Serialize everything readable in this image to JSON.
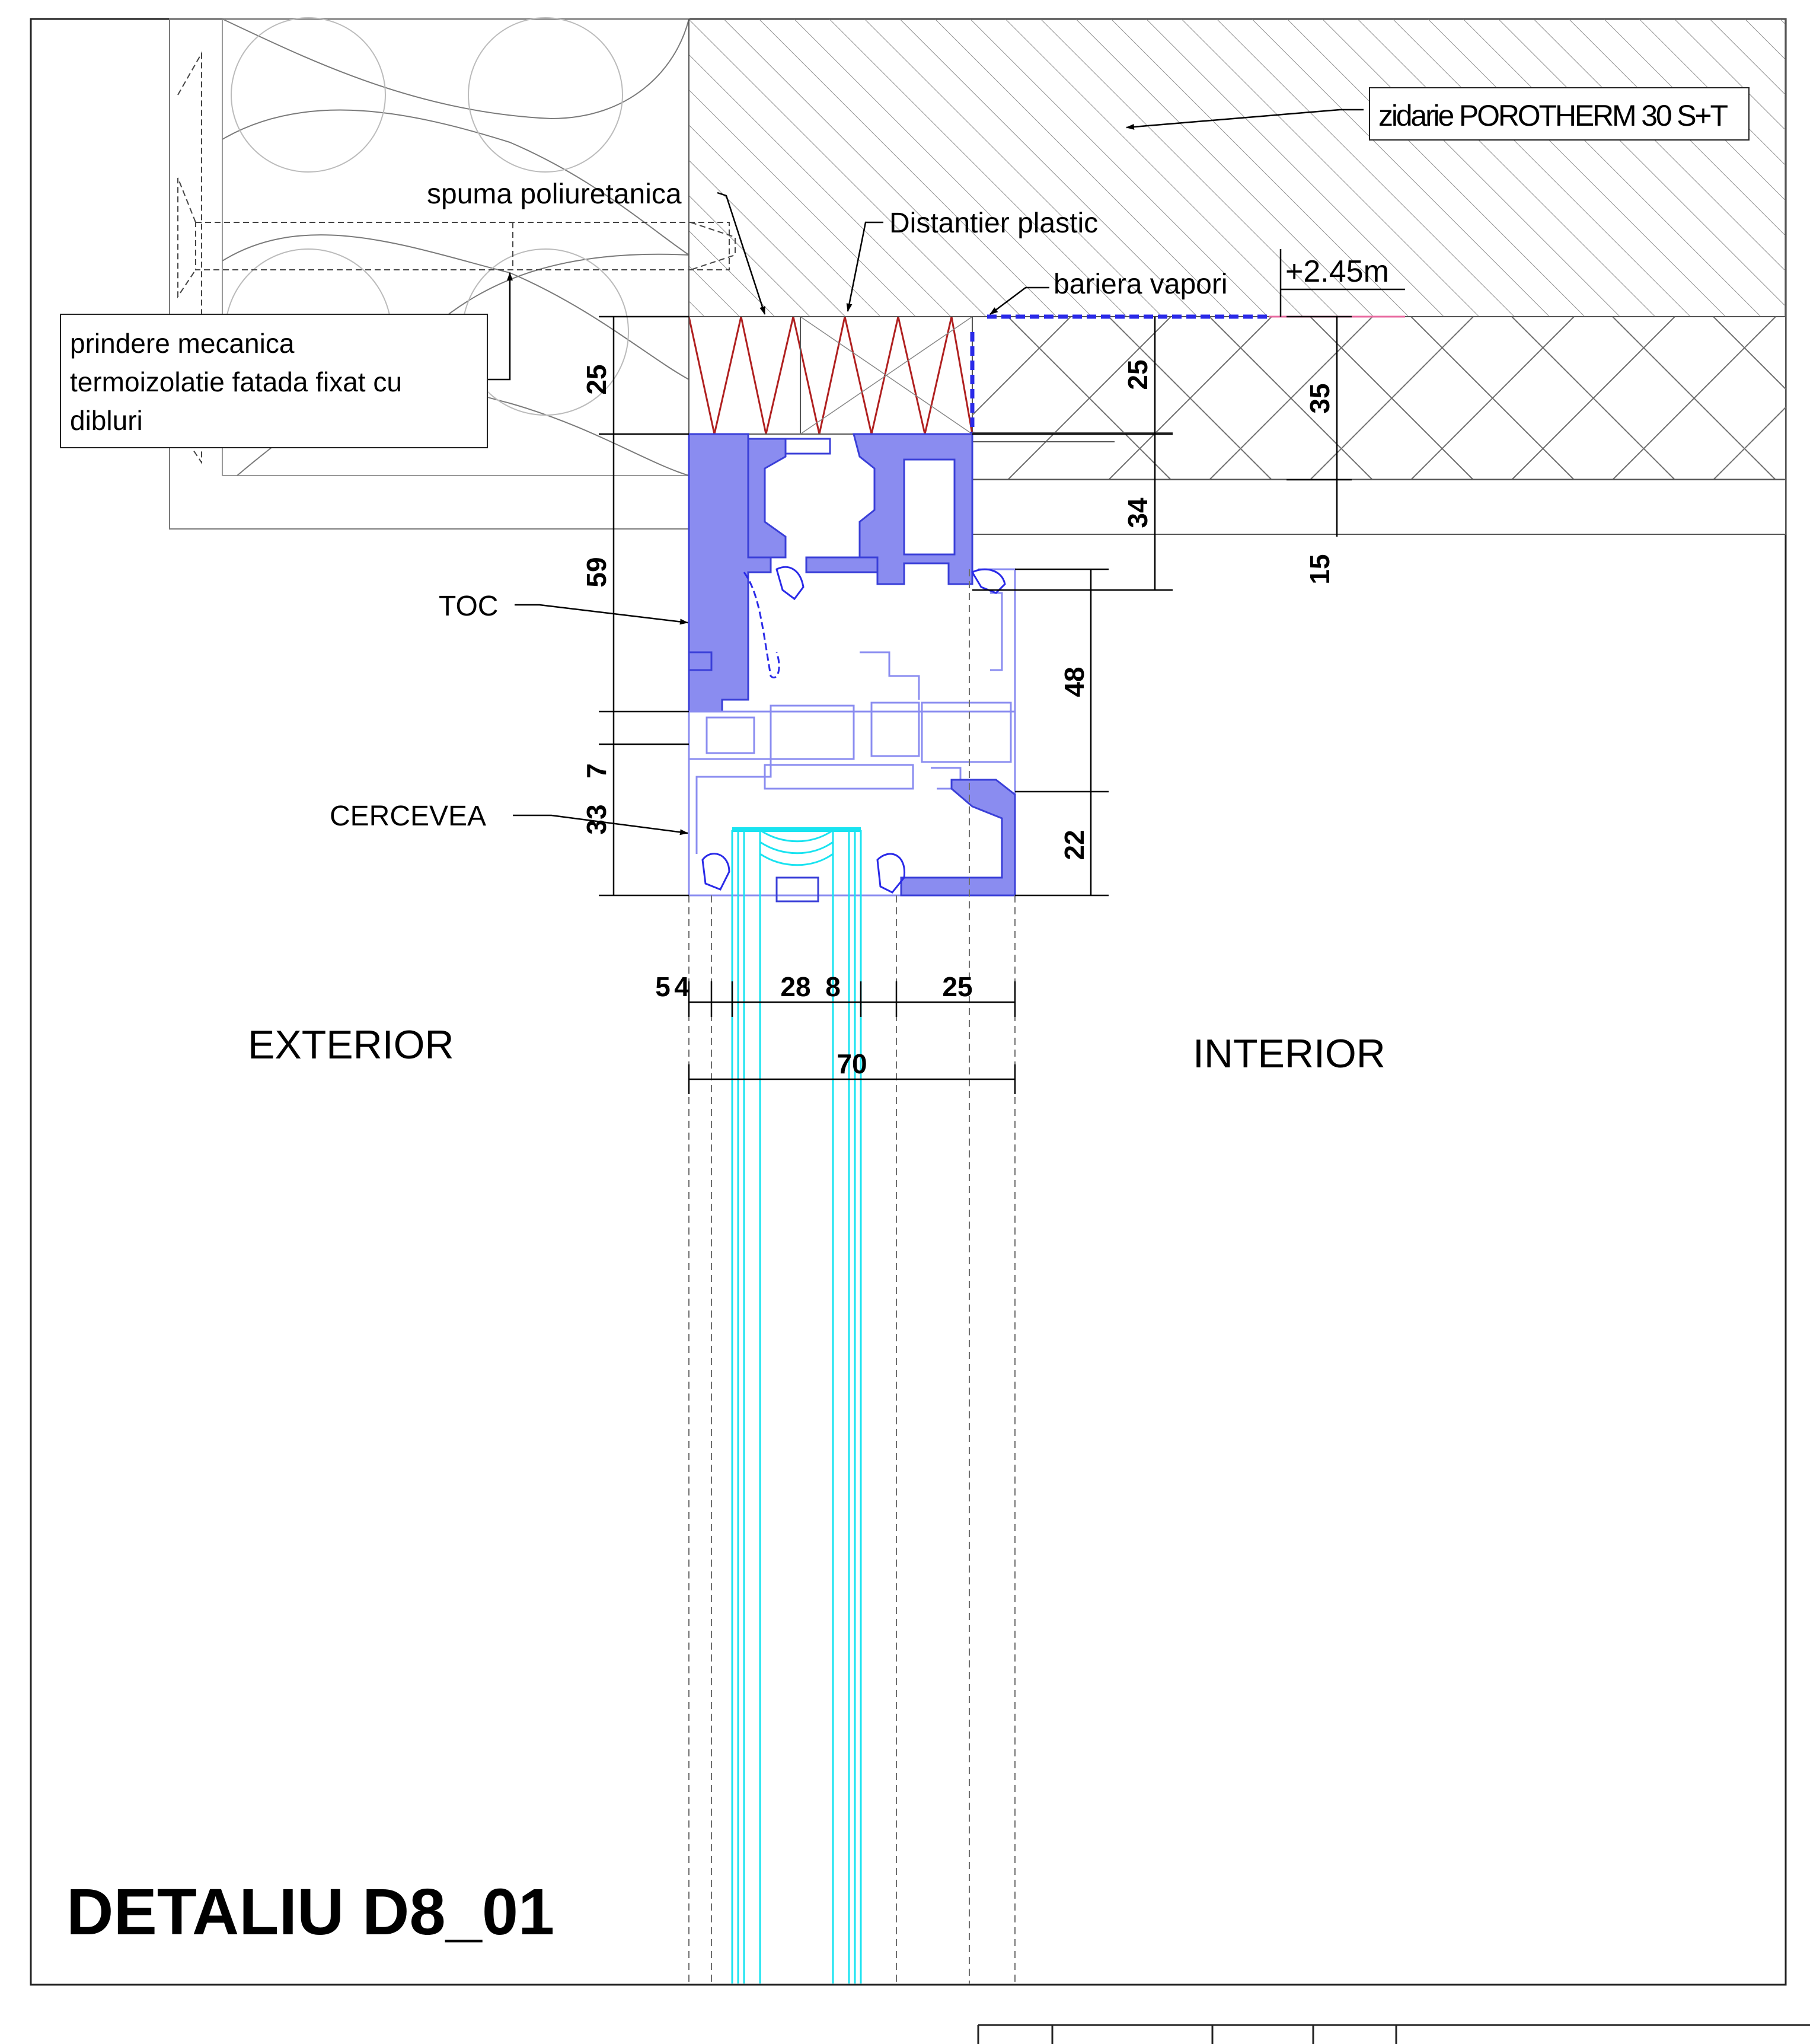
{
  "labels": {
    "wall_material": "zidarie POROTHERM 30 S+T",
    "foam": "spuma poliuretanica",
    "spacer": "Distantier plastic",
    "vapor_barrier": "bariera vapori",
    "level": "+2.45m",
    "insulation_fixing_line1": "prindere mecanica",
    "insulation_fixing_line2": "termoizolatie fatada fixat cu",
    "insulation_fixing_line3": "dibluri",
    "frame": "TOC",
    "sash": "CERCEVEA",
    "exterior": "EXTERIOR",
    "interior": "INTERIOR",
    "title": "DETALIU D8_01"
  },
  "dimensions": {
    "d25_left": "25",
    "d59": "59",
    "d7": "7",
    "d33": "33",
    "d25_mid": "25",
    "d34": "34",
    "d48": "48",
    "d22": "22",
    "d35": "35",
    "d15": "15",
    "d5": "5",
    "d4": "4",
    "d28": "28",
    "d8": "8",
    "d25_bottom": "25",
    "d70": "70"
  },
  "colors": {
    "line": "#000000",
    "thin": "#6e6e6e",
    "profile": "#8a8cf0",
    "profile_stroke": "#3a3fd8",
    "glass": "#19e3f0",
    "spacer": "#b02020",
    "barrier": "#2a2ae8"
  }
}
